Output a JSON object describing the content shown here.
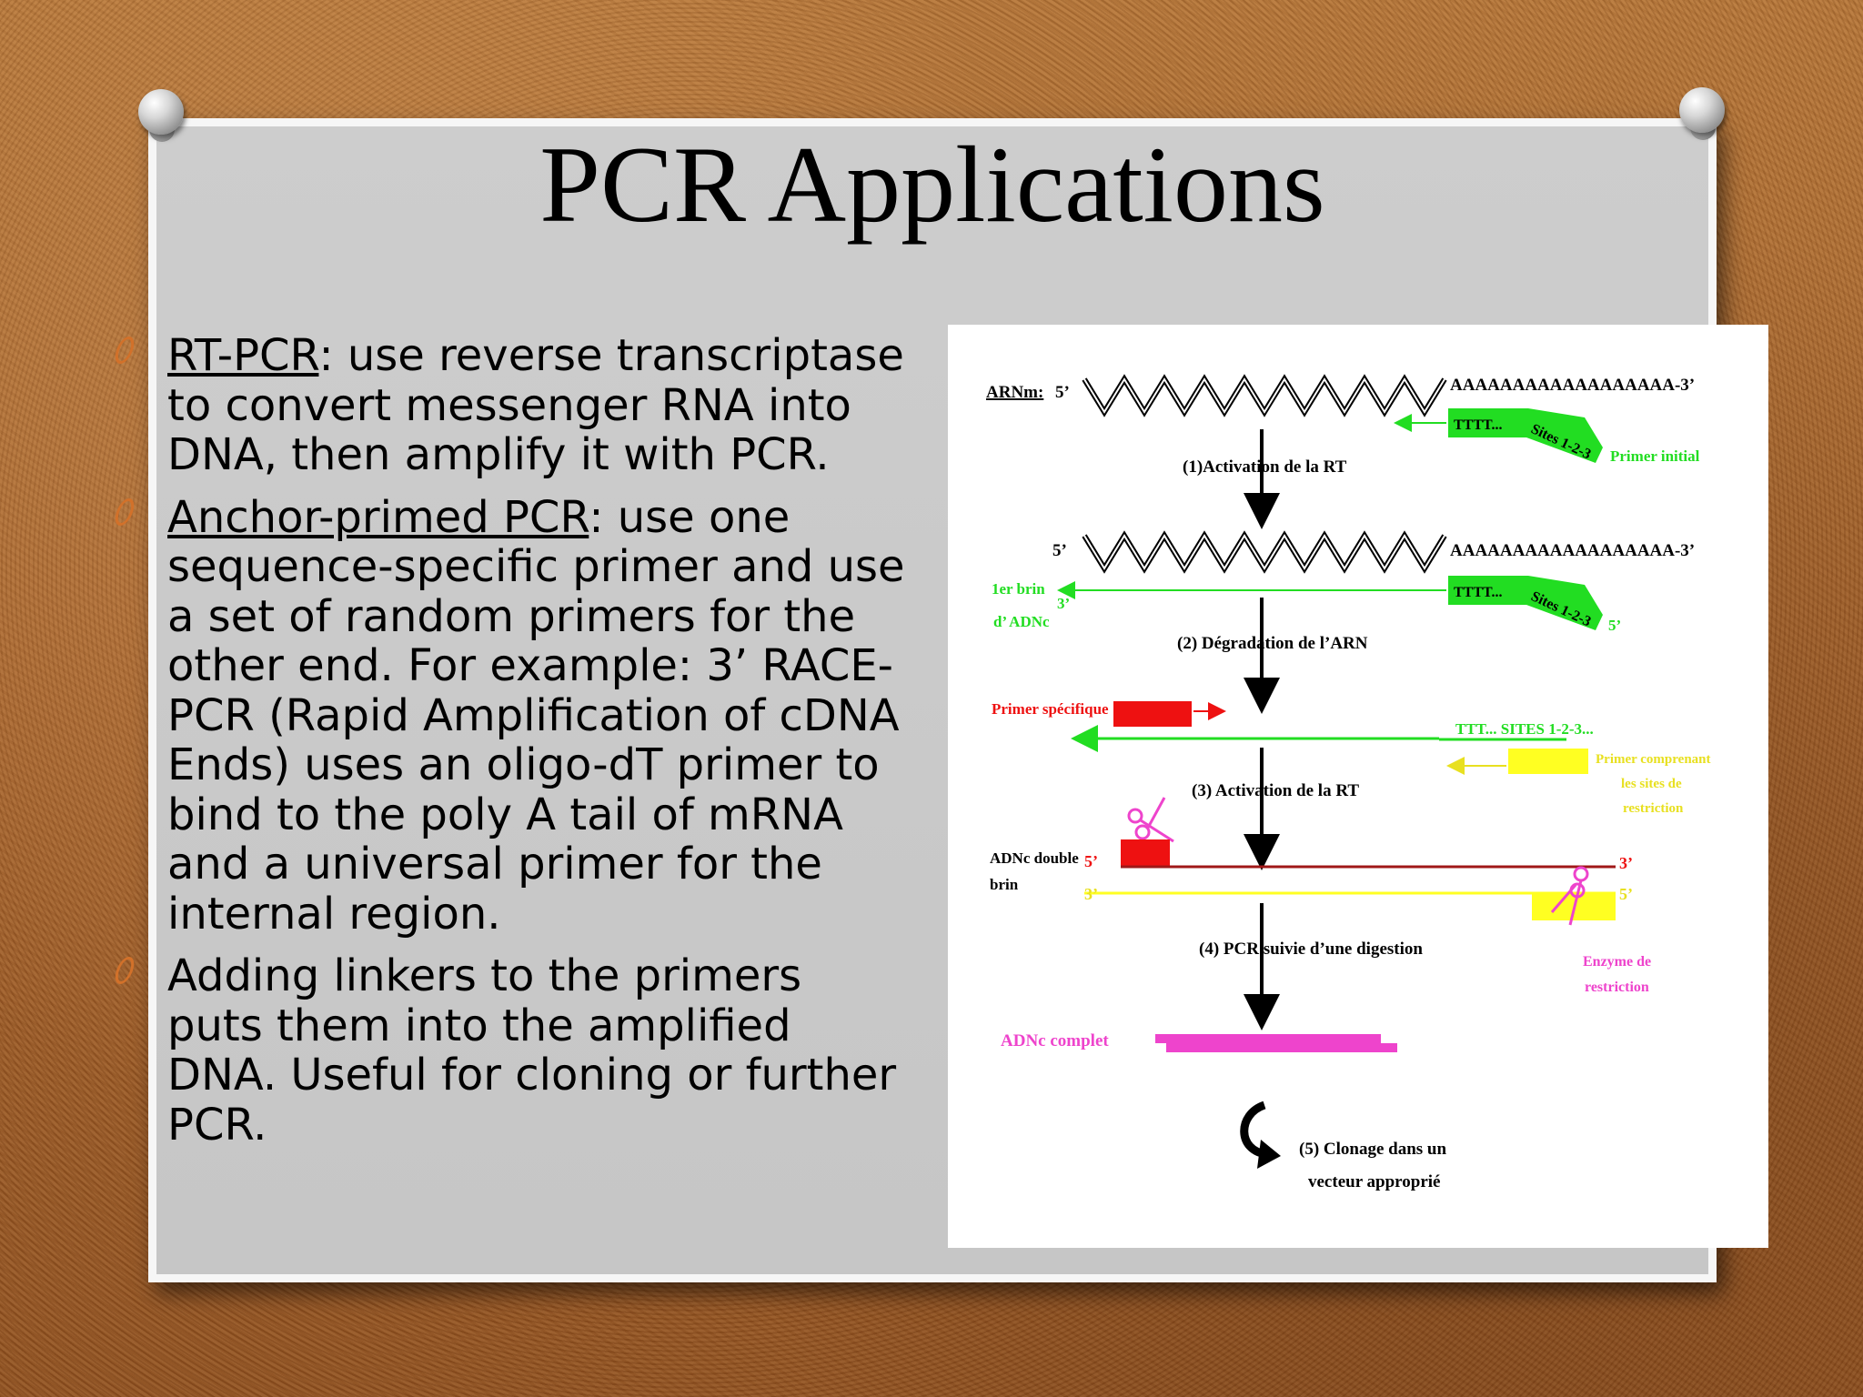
{
  "slide": {
    "title": "PCR Applications",
    "bullets": [
      {
        "term": "RT-PCR",
        "text": ": use reverse transcriptase to convert messenger RNA into DNA, then amplify it with PCR."
      },
      {
        "term": "Anchor-primed PCR",
        "text": ": use one sequence-specific primer and use a set of random primers for the other end.  For example: 3’ RACE-PCR (Rapid Amplification of cDNA Ends) uses an oligo-dT primer to bind to the poly A tail of mRNA and a universal primer for the internal region."
      },
      {
        "term": "",
        "text": "Adding linkers to the primers puts them into the amplified DNA.  Useful for cloning or further PCR."
      }
    ]
  },
  "figure": {
    "arn_label": "ARNm:",
    "five_prime": "5’",
    "three_prime": "3’",
    "poly_a_1": "AAAAAAAAAAAAAAAAAA-3’",
    "poly_a_2": "AAAAAAAAAAAAAAAAAA-3’",
    "tttt_1": "TTTT...",
    "tttt_2": "TTTT...",
    "sites_1": "Sites 1-2-3",
    "sites_2": "Sites 1-2-3",
    "primer_initial": "Primer initial",
    "step1": "(1)Activation de la RT",
    "strand_label_1": "1er brin",
    "strand_label_2": "d’ ADNc",
    "step2": "(2) Dégradation de l’ARN",
    "primer_specifique": "Primer spécifique",
    "ttt_sites": "TTT... SITES 1-2-3...",
    "primer_restriction_1": "Primer comprenant",
    "primer_restriction_2": "les sites de",
    "primer_restriction_3": "restriction",
    "step3": "(3) Activation de la RT",
    "adnc_double_1": "ADNc double",
    "adnc_double_2": "brin",
    "step4": "(4) PCR suivie d’une digestion",
    "enzyme_1": "Enzyme de",
    "enzyme_2": "restriction",
    "adnc_complet": "ADNc complet",
    "step5_1": "(5) Clonage dans un",
    "step5_2": "vecteur approprié",
    "colors": {
      "green": "#22dd22",
      "red": "#ee1111",
      "yellow": "#ffff22",
      "magenta": "#ee44cc",
      "dark_red": "#a01818"
    }
  }
}
